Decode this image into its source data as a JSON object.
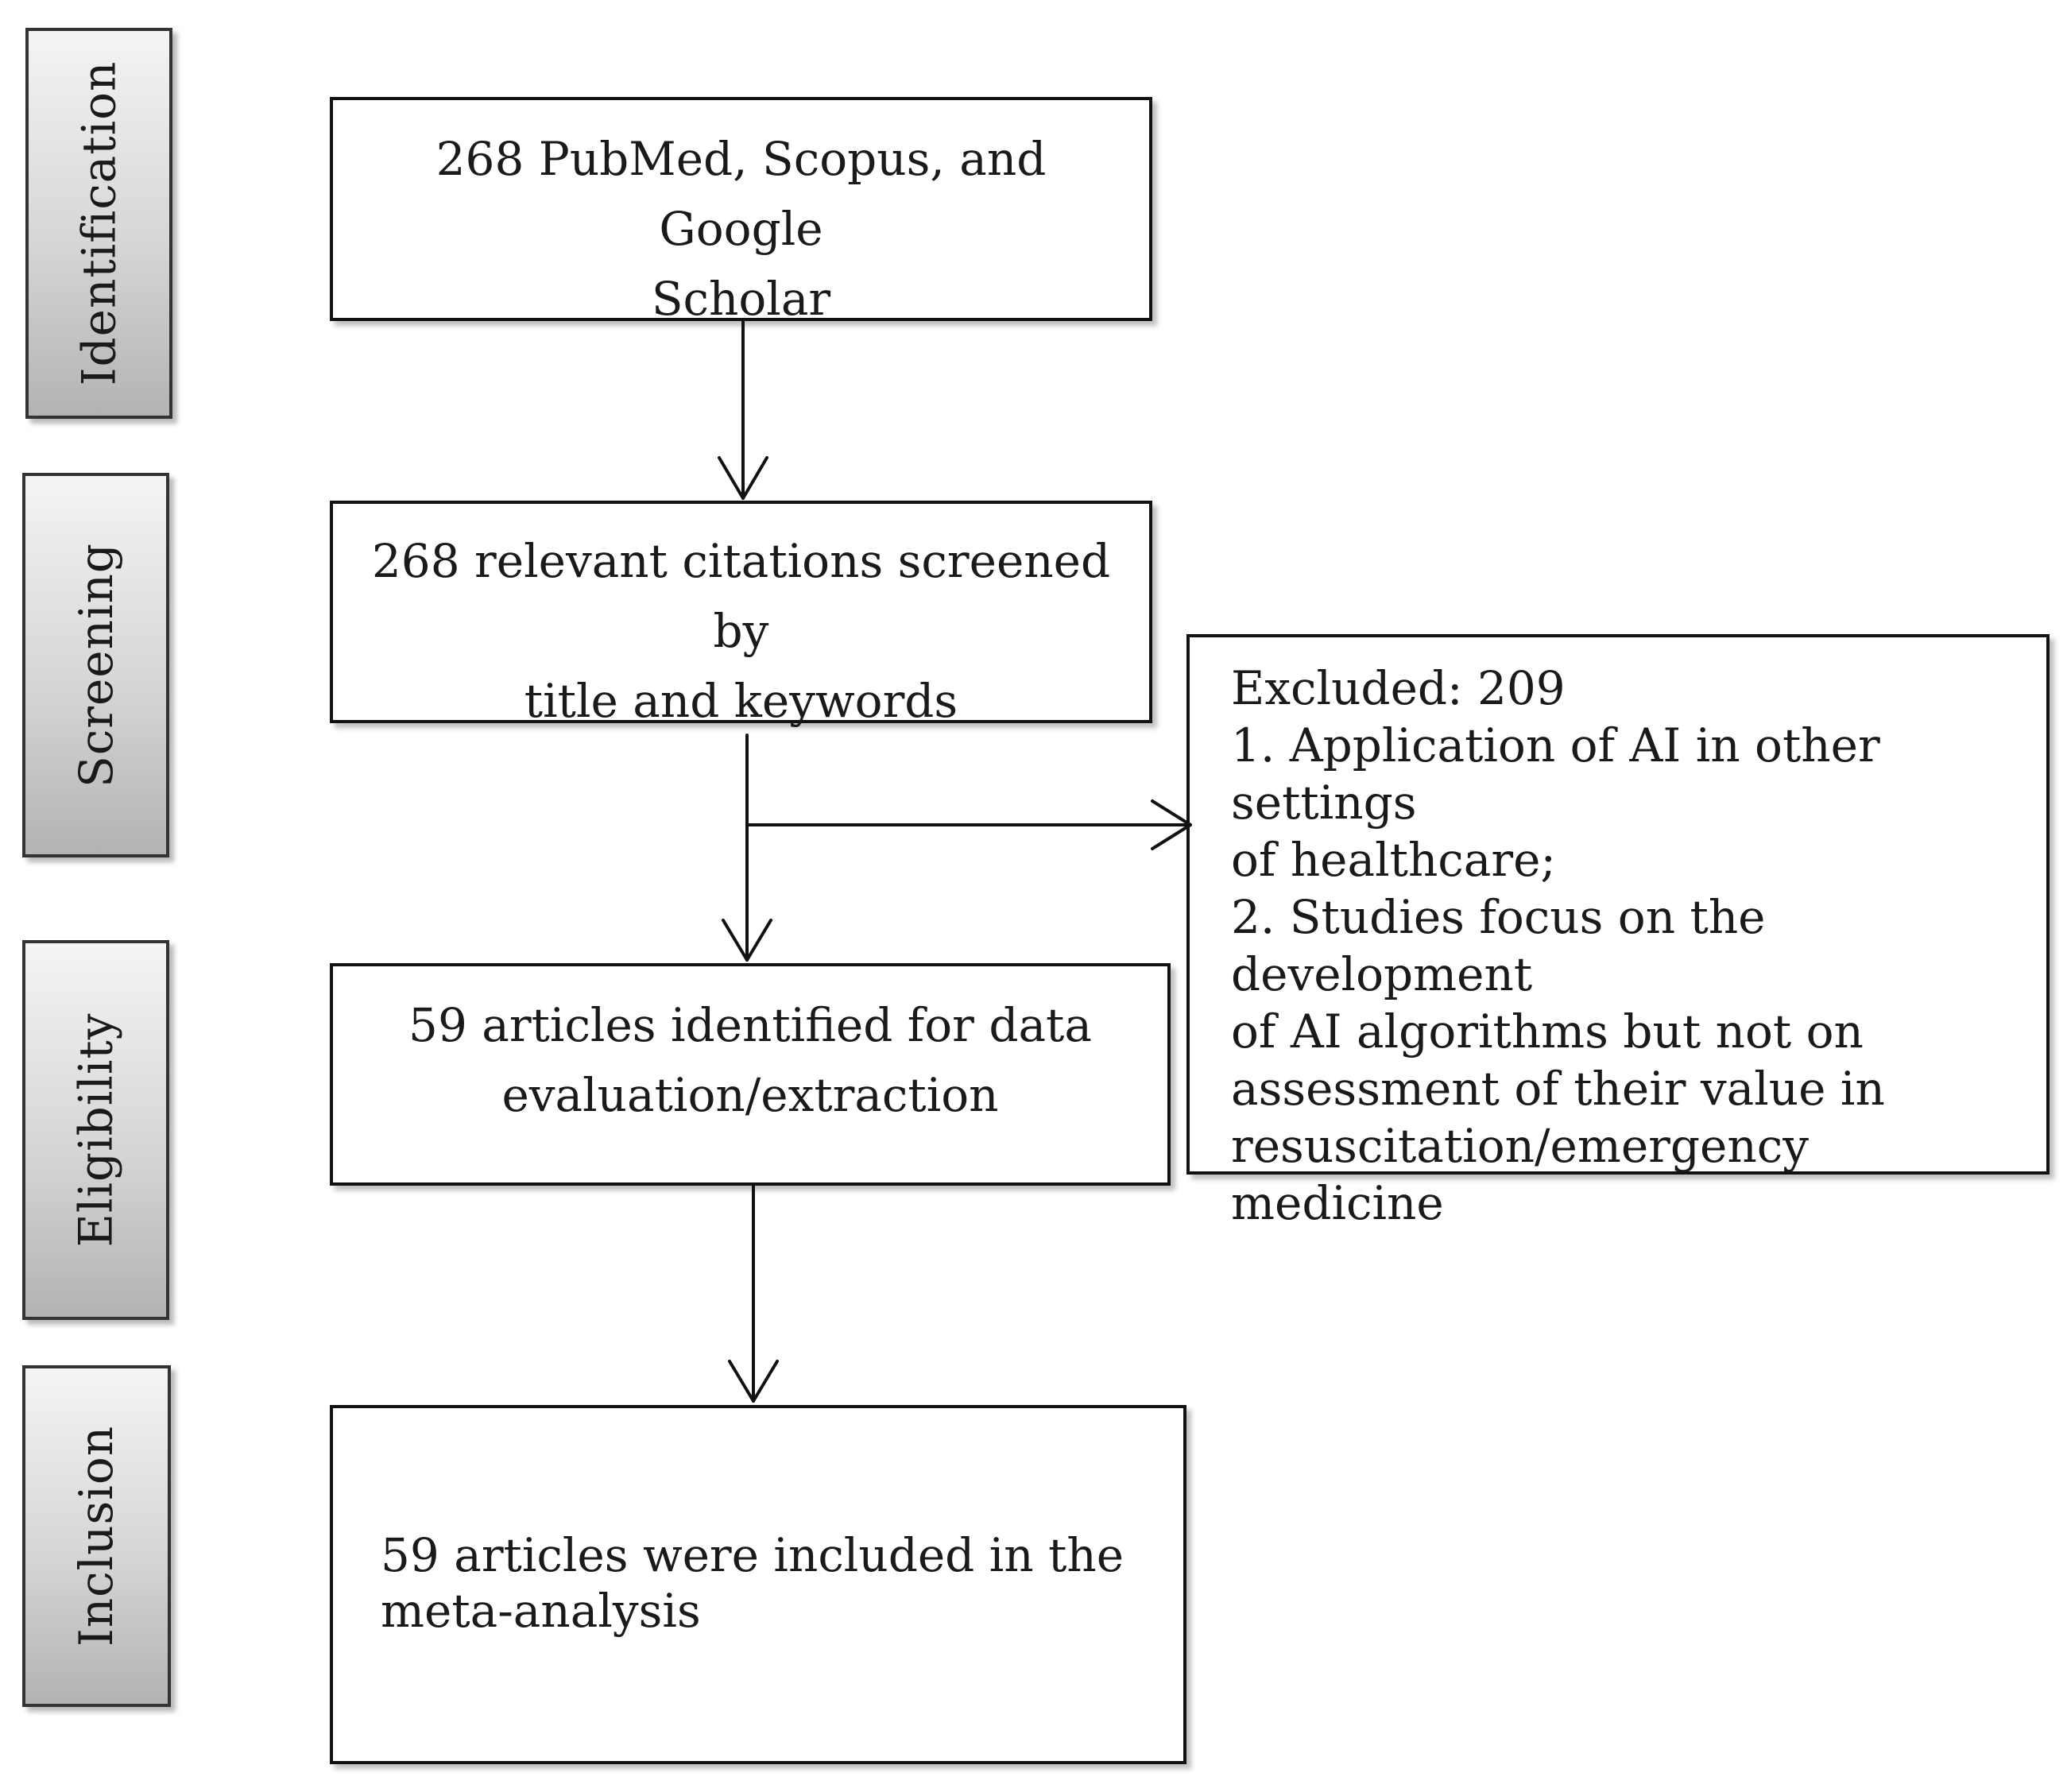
{
  "stages": {
    "identification": "Identification",
    "screening": "Screening",
    "eligibility": "Eligibility",
    "inclusion": "Inclusion"
  },
  "boxes": {
    "identification": "268 PubMed, Scopus, and Google\nScholar",
    "screening": "268 relevant citations screened by\ntitle and keywords",
    "eligibility": "59 articles identified for data\nevaluation/extraction",
    "inclusion": "59 articles were included in the\nmeta-analysis",
    "excluded": "Excluded: 209\n1. Application of AI in other settings\nof healthcare;\n2. Studies focus on the development\nof AI algorithms but not on\nassessment of their value in\nresuscitation/emergency medicine"
  }
}
